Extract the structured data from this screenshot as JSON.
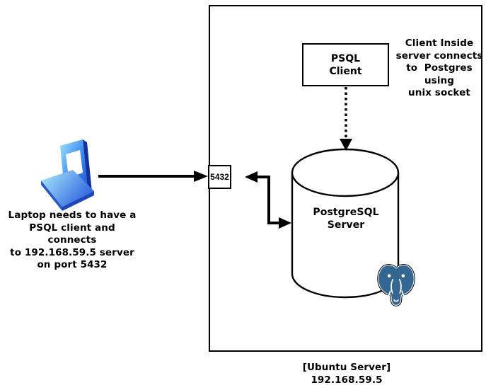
{
  "diagram": {
    "laptop_note": "Laptop needs to have a\nPSQL client and connects\nto 192.168.59.5 server\non port 5432",
    "psql_client_box_label": "PSQL\nClient",
    "unix_socket_note": "Client Inside\nserver connects\nto  Postgres using\nunix socket",
    "port_label": "5432",
    "database_label": "PostgreSQL\nServer",
    "server_caption": "[Ubuntu Server]\n192.168.59.5",
    "icons": {
      "laptop": "laptop-icon",
      "postgres_elephant": "postgresql-elephant-icon"
    },
    "colors": {
      "postgres_blue": "#336791",
      "laptop_light_blue": "#8fe0fb",
      "laptop_dark_blue": "#1b49cf",
      "line_color": "#000000",
      "background": "#ffffff"
    }
  }
}
